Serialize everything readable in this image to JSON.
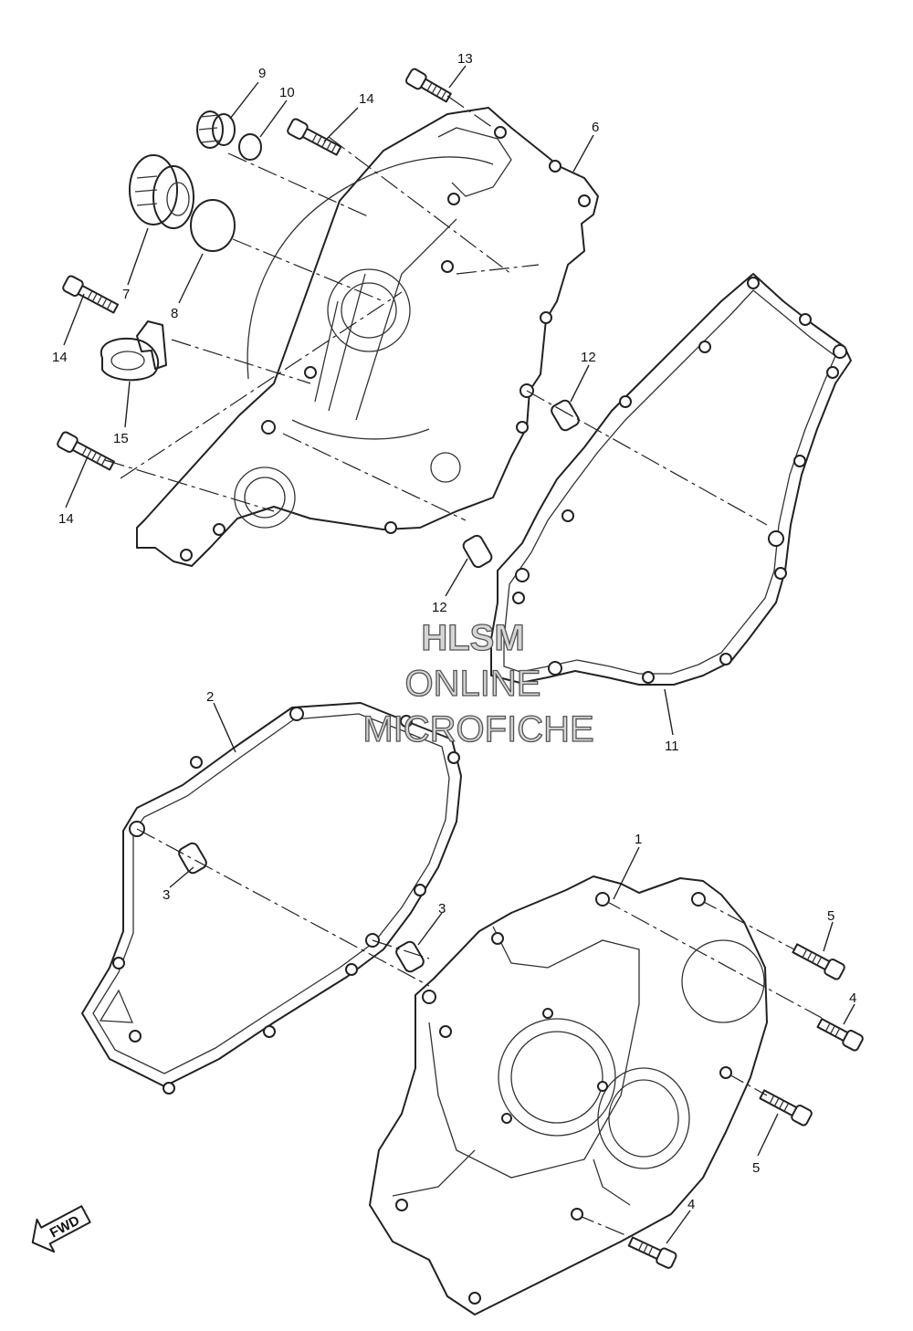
{
  "callouts": {
    "c1": "1",
    "c2": "2",
    "c3a": "3",
    "c3b": "3",
    "c4a": "4",
    "c4b": "4",
    "c5a": "5",
    "c5b": "5",
    "c6": "6",
    "c7": "7",
    "c8": "8",
    "c9": "9",
    "c10": "10",
    "c11": "11",
    "c12a": "12",
    "c12b": "12",
    "c13": "13",
    "c14a": "14",
    "c14b": "14",
    "c14c": "14",
    "c15": "15"
  },
  "watermark": {
    "line1": "HLSM",
    "line2": "ONLINE",
    "line3": "MICROFICHE"
  },
  "fwd_label": "FWD"
}
